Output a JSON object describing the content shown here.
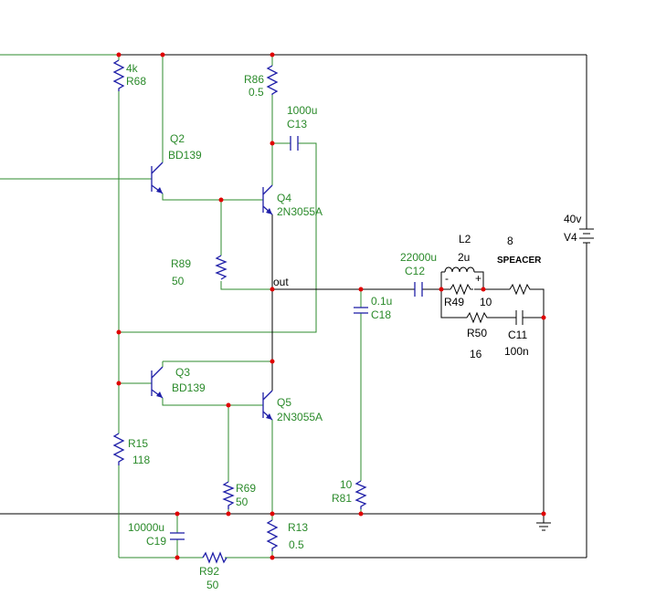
{
  "components": {
    "r68": {
      "ref": "R68",
      "value": "4k"
    },
    "r86": {
      "ref": "R86",
      "value": "0.5"
    },
    "c13": {
      "ref": "C13",
      "value": "1000u"
    },
    "q2": {
      "ref": "Q2",
      "model": "BD139"
    },
    "q4": {
      "ref": "Q4",
      "model": "2N3055A"
    },
    "r89": {
      "ref": "R89",
      "value": "50"
    },
    "net_out": "out",
    "c12": {
      "ref": "C12",
      "value": "22000u"
    },
    "c18": {
      "ref": "C18",
      "value": "0.1u"
    },
    "l2": {
      "ref": "L2",
      "value": "2u"
    },
    "r49": {
      "ref": "R49",
      "value": "10"
    },
    "speaker": {
      "ref": "SPEACER",
      "value": "8"
    },
    "r50": {
      "ref": "R50",
      "value": "16"
    },
    "c11": {
      "ref": "C11",
      "value": "100n"
    },
    "v4": {
      "ref": "V4",
      "value": "40v"
    },
    "q3": {
      "ref": "Q3",
      "model": "BD139"
    },
    "q5": {
      "ref": "Q5",
      "model": "2N3055A"
    },
    "r15": {
      "ref": "R15",
      "value": "118"
    },
    "r69": {
      "ref": "R69",
      "value": "50"
    },
    "r81": {
      "ref": "R81",
      "value": "10"
    },
    "c19": {
      "ref": "C19",
      "value": "10000u"
    },
    "r13": {
      "ref": "R13",
      "value": "0.5"
    },
    "r92": {
      "ref": "R92",
      "value": "50"
    },
    "inductor_polarity": {
      "minus": "-",
      "plus": "+"
    }
  },
  "colors": {
    "wire_green": "#2e8b2e",
    "wire_black": "#000000",
    "component_blue": "#1f1fa8",
    "node_red": "#e00000",
    "label_green": "#2a8a2a"
  }
}
